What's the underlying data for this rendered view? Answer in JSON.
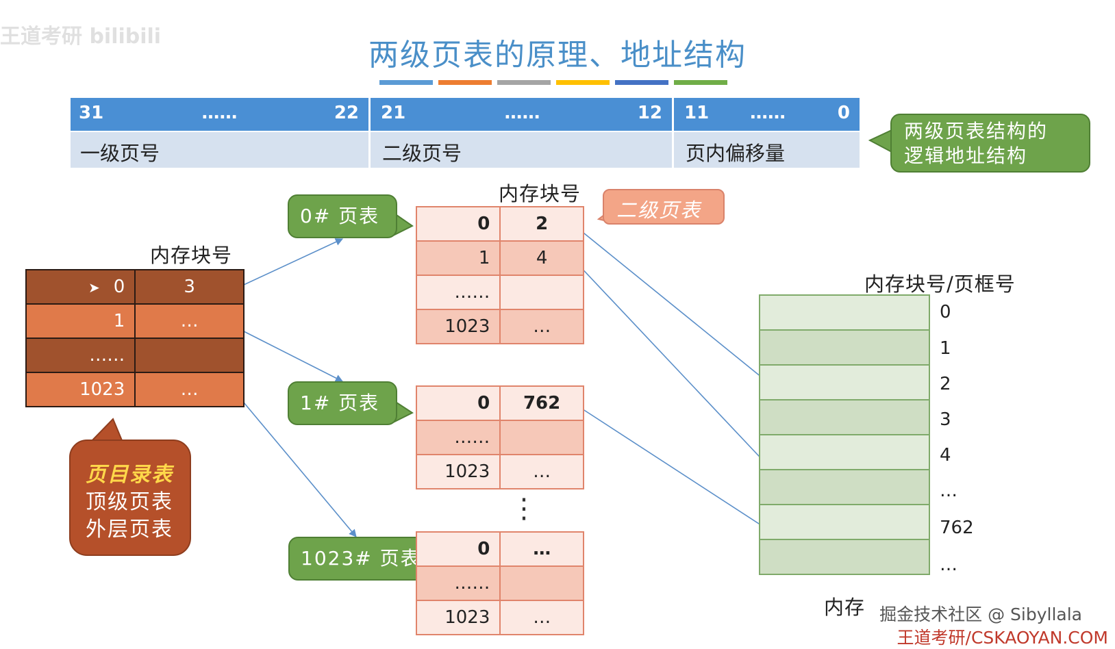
{
  "watermarks": {
    "top_left": "王道考研 bilibili",
    "bottom_right_1": "掘金技术社区 @ Sibyllala",
    "bottom_right_2": "王道考研/CSKAOYAN.COM"
  },
  "title": "两级页表的原理、地址结构",
  "colors": {
    "title": "#4a8fc8",
    "bars": [
      "#5b9bd5",
      "#ed7d31",
      "#a5a5a5",
      "#ffc000",
      "#4472c4",
      "#70ad47"
    ],
    "directory_dark": "#a0522d",
    "directory_light": "#e07a4a",
    "pagetable_light": "#fce9e3",
    "pagetable_mid": "#f6c8b8",
    "memory_light": "#e2ecdb",
    "memory_mid": "#cfdec4",
    "callout_green": "#6ea34b",
    "callout_brown": "#b5502a",
    "callout_salmon": "#f3a587"
  },
  "address": {
    "segments": [
      {
        "high": "31",
        "dots": "……",
        "low": "22",
        "label": "一级页号"
      },
      {
        "high": "21",
        "dots": "……",
        "low": "12",
        "label": "二级页号"
      },
      {
        "high": "11",
        "dots": "……",
        "low": "0",
        "label": "页内偏移量"
      }
    ]
  },
  "callouts": {
    "logical_structure": "两级页表结构的\n逻辑地址结构",
    "second_level": "二级页表",
    "directory_line1": "页目录表",
    "directory_line2": "顶级页表",
    "directory_line3": "外层页表",
    "pt0": "0# 页表",
    "pt1": "1# 页表",
    "pt1023": "1023# 页表"
  },
  "labels": {
    "block_no_dir": "内存块号",
    "block_no_pt": "内存块号",
    "frame_no": "内存块号/页框号",
    "memory": "内存"
  },
  "directory": {
    "rows": [
      {
        "index": "0",
        "value": "3"
      },
      {
        "index": "1",
        "value": "…"
      },
      {
        "index": "……",
        "value": ""
      },
      {
        "index": "1023",
        "value": "…"
      }
    ]
  },
  "page_tables": {
    "pt0": [
      {
        "index": "0",
        "value": "2"
      },
      {
        "index": "1",
        "value": "4"
      },
      {
        "index": "……",
        "value": ""
      },
      {
        "index": "1023",
        "value": "…"
      }
    ],
    "pt1": [
      {
        "index": "0",
        "value": "762"
      },
      {
        "index": "……",
        "value": ""
      },
      {
        "index": "1023",
        "value": "…"
      }
    ],
    "vdots": "⋮",
    "pt1023": [
      {
        "index": "0",
        "value": "…"
      },
      {
        "index": "……",
        "value": ""
      },
      {
        "index": "1023",
        "value": "…"
      }
    ]
  },
  "memory": {
    "frames": [
      "0",
      "1",
      "2",
      "3",
      "4",
      "…",
      "762",
      "…"
    ]
  }
}
